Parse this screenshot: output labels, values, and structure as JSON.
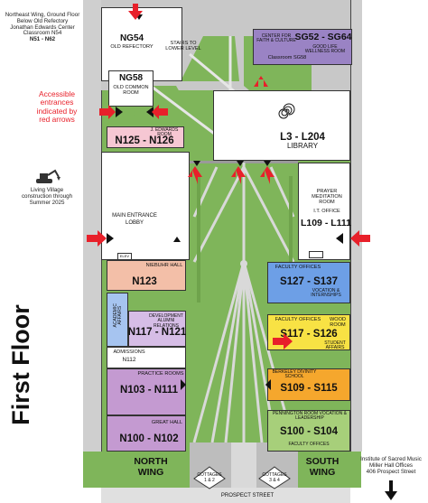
{
  "colors": {
    "lawn": "#7fb55a",
    "lawn_dark": "#6fa34c",
    "building": "#ffffff",
    "court_gray": "#c8c8c8",
    "path": "#bdbdbd",
    "wall": "#222222",
    "arrow_red": "#e8202a",
    "pink": "#f48fb1",
    "pink_light": "#f6c7d3",
    "purple": "#c49ad1",
    "lavender": "#d6bde6",
    "blue": "#6d9fe6",
    "blue_light": "#a6c4f0",
    "yellow": "#f8e244",
    "orange": "#f5a72d",
    "green_room": "#a7cf7a",
    "salmon": "#f3bfa8",
    "sg_purple": "#9a83c4"
  },
  "header_note": {
    "line1": "Northeast Wing, Ground Floor",
    "line2": "Below Old Refectory",
    "line3": "Jonathan Edwards Center",
    "line4": "Classroom N54",
    "line5": "N51 - N62"
  },
  "legend": {
    "line1": "Accessible",
    "line2": "entrances",
    "line3": "indicated by",
    "line4": "red arrows"
  },
  "construction": {
    "icon": "excavator-icon",
    "line1": "Living Village",
    "line2": "construction through",
    "line3": "Summer 2025"
  },
  "floor_title": "First Floor",
  "institute_note": {
    "line1": "Institute of Sacred Music",
    "line2": "Miller Hall Offices",
    "line3": "406 Prospect Street"
  },
  "rooms": {
    "n54_code": "NG54",
    "n54_name": "OLD REFECTORY",
    "stairs": "STAIRS TO LOWER LEVEL",
    "ng58_code": "NG58",
    "ng58_name": "OLD COMMON ROOM",
    "sg_faith": "CENTER FOR FAITH & CULTURE",
    "sg_code": "SG52 - SG64",
    "sg_wellness": "GOOD LIFE WELLNESS ROOM",
    "sg_classroom": "Classroom SG58",
    "jedwards": "J. EDWARDS ROOM",
    "n125": "N125 - N126",
    "library_code": "L3 - L204",
    "library_name": "LIBRARY",
    "prayer": "PRAYER MEDITATION ROOM",
    "it_office": "I.T. OFFICE",
    "l109": "L109 - L111",
    "main_lobby_1": "MAIN ENTRANCE",
    "main_lobby_2": "LOBBY",
    "niebuhr": "NIEBUHR HALL",
    "n123": "N123",
    "faculty_offices": "FACULTY OFFICES",
    "s127": "S127 - S137",
    "vocation": "VOCATION & INTERNSHIPS",
    "academic": "ACADEMIC AFFAIRS",
    "development": "DEVELOPMENT ALUMNI RELATIONS",
    "n117": "N117 - N121",
    "faculty_offices_2": "FACULTY OFFICES",
    "wood_room": "WOOD ROOM",
    "s117": "S117 - S126",
    "student_affairs": "STUDENT AFFAIRS",
    "admissions": "ADMISSIONS",
    "n112": "N112",
    "berkeley": "BERKELEY DIVINITY SCHOOL",
    "s109": "S109 - S115",
    "practice": "PRACTICE ROOMS",
    "n103": "N103 - N111",
    "pennington": "PENNINGTON ROOM VOCATION & LEADERSHIP",
    "s100": "S100 - S104",
    "faculty_offices_3": "FACULTY OFFICES",
    "great_hall": "GREAT HALL",
    "n100": "N100 - N102",
    "north_wing_1": "NORTH",
    "north_wing_2": "WING",
    "south_wing_1": "SOUTH",
    "south_wing_2": "WING",
    "cottages_n_1": "COTTAGES",
    "cottages_n_2": "1 & 2",
    "cottages_s_1": "COTTAGES",
    "cottages_s_2": "3 & 4",
    "prospect": "PROSPECT STREET",
    "elev": "ELEV"
  }
}
